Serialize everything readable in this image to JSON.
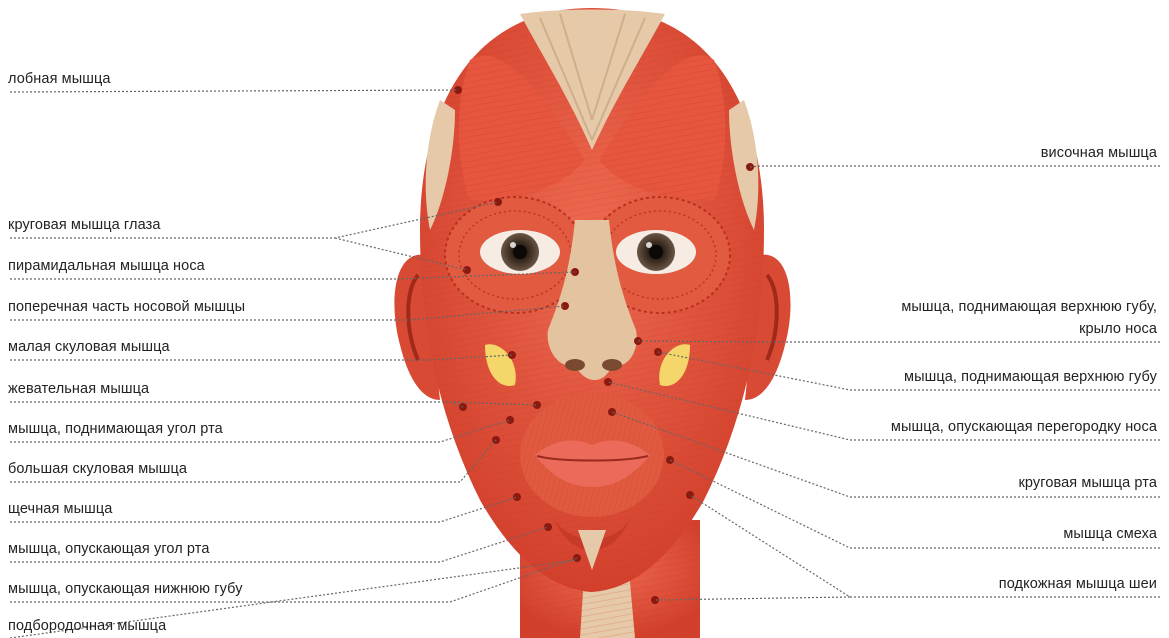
{
  "colors": {
    "muscle": "#e4503c",
    "muscle_dark": "#b7281c",
    "tendon": "#e6c9a8",
    "skin": "#e8d2b4",
    "fat": "#f4d66a",
    "leader": "#666666",
    "text": "#222222"
  },
  "labels_left": [
    {
      "id": "frontalis",
      "text": "лобная мышца"
    },
    {
      "id": "orbicularis-oculi",
      "text": "круговая мышца глаза"
    },
    {
      "id": "procerus",
      "text": "пирамидальная мышца носа"
    },
    {
      "id": "nasalis-transverse",
      "text": "поперечная часть носовой мышцы"
    },
    {
      "id": "zygomaticus-minor",
      "text": "малая скуловая мышца"
    },
    {
      "id": "masseter",
      "text": "жевательная мышца"
    },
    {
      "id": "levator-anguli-oris",
      "text": "мышца, поднимающая угол рта"
    },
    {
      "id": "zygomaticus-major",
      "text": "большая скуловая мышца"
    },
    {
      "id": "buccinator",
      "text": "щечная мышца"
    },
    {
      "id": "depressor-anguli-oris",
      "text": "мышца, опускающая угол рта"
    },
    {
      "id": "depressor-labii",
      "text": "мышца, опускающая нижнюю губу"
    },
    {
      "id": "mentalis",
      "text": "подбородочная мышца"
    }
  ],
  "labels_right": [
    {
      "id": "temporalis",
      "lines": [
        "височная мышца"
      ]
    },
    {
      "id": "levator-labii-alaeque",
      "lines": [
        "мышца, поднимающая верхнюю губу,",
        "крыло носа"
      ]
    },
    {
      "id": "levator-labii",
      "lines": [
        "мышца, поднимающая верхнюю губу"
      ]
    },
    {
      "id": "depressor-septi",
      "lines": [
        "мышца, опускающая перегородку носа"
      ]
    },
    {
      "id": "orbicularis-oris",
      "lines": [
        "круговая мышца рта"
      ]
    },
    {
      "id": "risorius",
      "lines": [
        "мышца смеха"
      ]
    },
    {
      "id": "platysma",
      "lines": [
        "подкожная мышца шеи"
      ]
    }
  ]
}
